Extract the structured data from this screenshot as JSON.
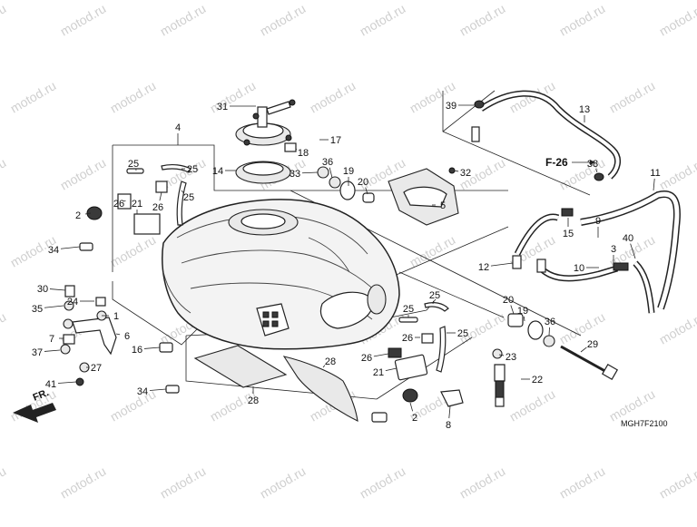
{
  "diagram": {
    "code": "MGH7F2100",
    "direction_label": "FR.",
    "ref_label": "F-26",
    "watermark": "motod.ru",
    "callouts": [
      "1",
      "2",
      "3",
      "4",
      "5",
      "6",
      "7",
      "8",
      "9",
      "10",
      "11",
      "12",
      "13",
      "14",
      "15",
      "16",
      "17",
      "18",
      "19",
      "20",
      "21",
      "22",
      "23",
      "24",
      "25",
      "26",
      "27",
      "28",
      "29",
      "30",
      "31",
      "32",
      "33",
      "34",
      "35",
      "36",
      "37",
      "38",
      "39",
      "40",
      "41"
    ]
  }
}
